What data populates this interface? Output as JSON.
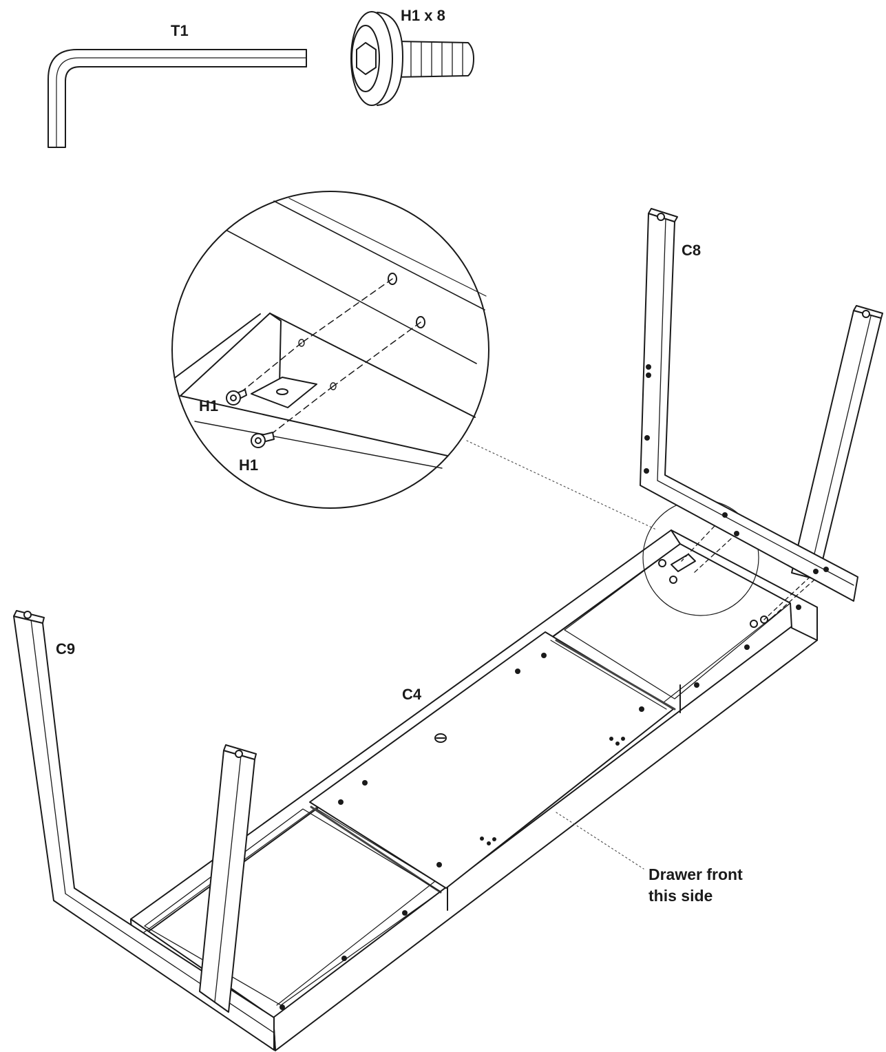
{
  "labels": {
    "tool": "T1",
    "hardware": "H1 x 8",
    "screw_a": "H1",
    "screw_b": "H1",
    "leg_right": "C8",
    "leg_left": "C9",
    "frame": "C4",
    "note_line1": "Drawer front",
    "note_line2": "this side"
  },
  "colors": {
    "line": "#1a1a1a",
    "fill": "#ffffff",
    "shade": "#d9d9d9",
    "dotted": "#555555"
  }
}
